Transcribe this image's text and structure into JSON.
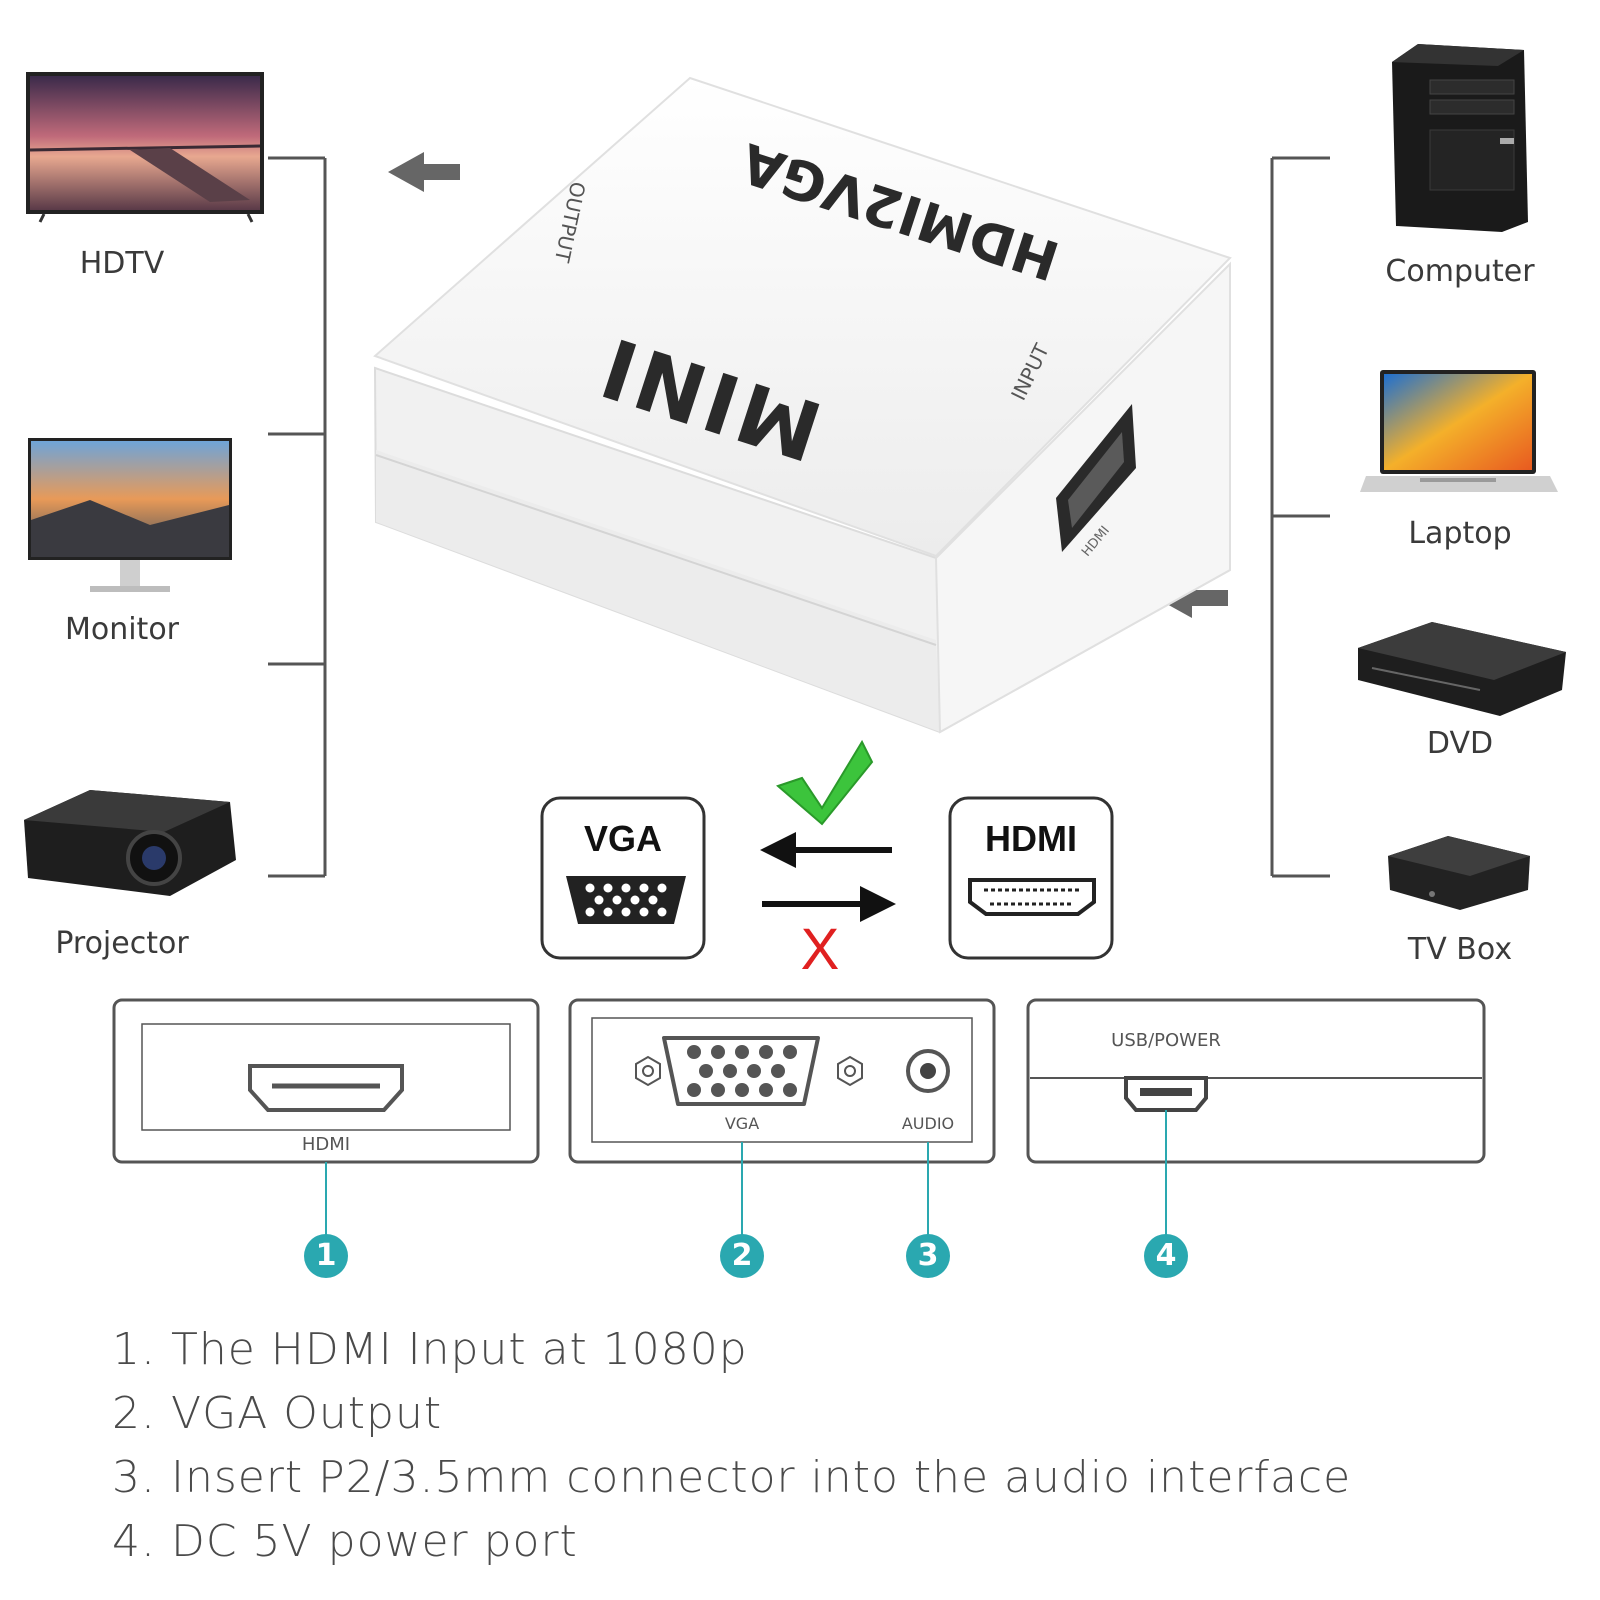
{
  "product": {
    "brand_text": "HDMI2VGA",
    "model_text": "MINI",
    "output_text": "OUTPUT",
    "input_text": "INPUT",
    "port_text": "HDMI"
  },
  "output_devices": [
    {
      "label": "HDTV",
      "icon": "tv-icon"
    },
    {
      "label": "Monitor",
      "icon": "monitor-icon"
    },
    {
      "label": "Projector",
      "icon": "projector-icon"
    }
  ],
  "input_devices": [
    {
      "label": "Computer",
      "icon": "computer-tower-icon"
    },
    {
      "label": "Laptop",
      "icon": "laptop-icon"
    },
    {
      "label": "DVD",
      "icon": "dvd-player-icon"
    },
    {
      "label": "TV Box",
      "icon": "tv-box-icon"
    }
  ],
  "direction": {
    "vga_label": "VGA",
    "hdmi_label": "HDMI",
    "valid_mark": "check",
    "invalid_mark": "X"
  },
  "ports_panel": {
    "hdmi_label": "HDMI",
    "vga_label": "VGA",
    "audio_label": "AUDIO",
    "usb_label": "USB/POWER",
    "markers": [
      "1",
      "2",
      "3",
      "4"
    ]
  },
  "colors": {
    "accent_teal": "#2aa8b0",
    "check_green": "#3cc43c",
    "x_red": "#e02020",
    "line_gray": "#555555"
  },
  "notes": [
    "1. The HDMI Input at 1080p",
    "2. VGA Output",
    "3. Insert P2/3.5mm connector into the audio interface",
    "4. DC 5V power port"
  ]
}
